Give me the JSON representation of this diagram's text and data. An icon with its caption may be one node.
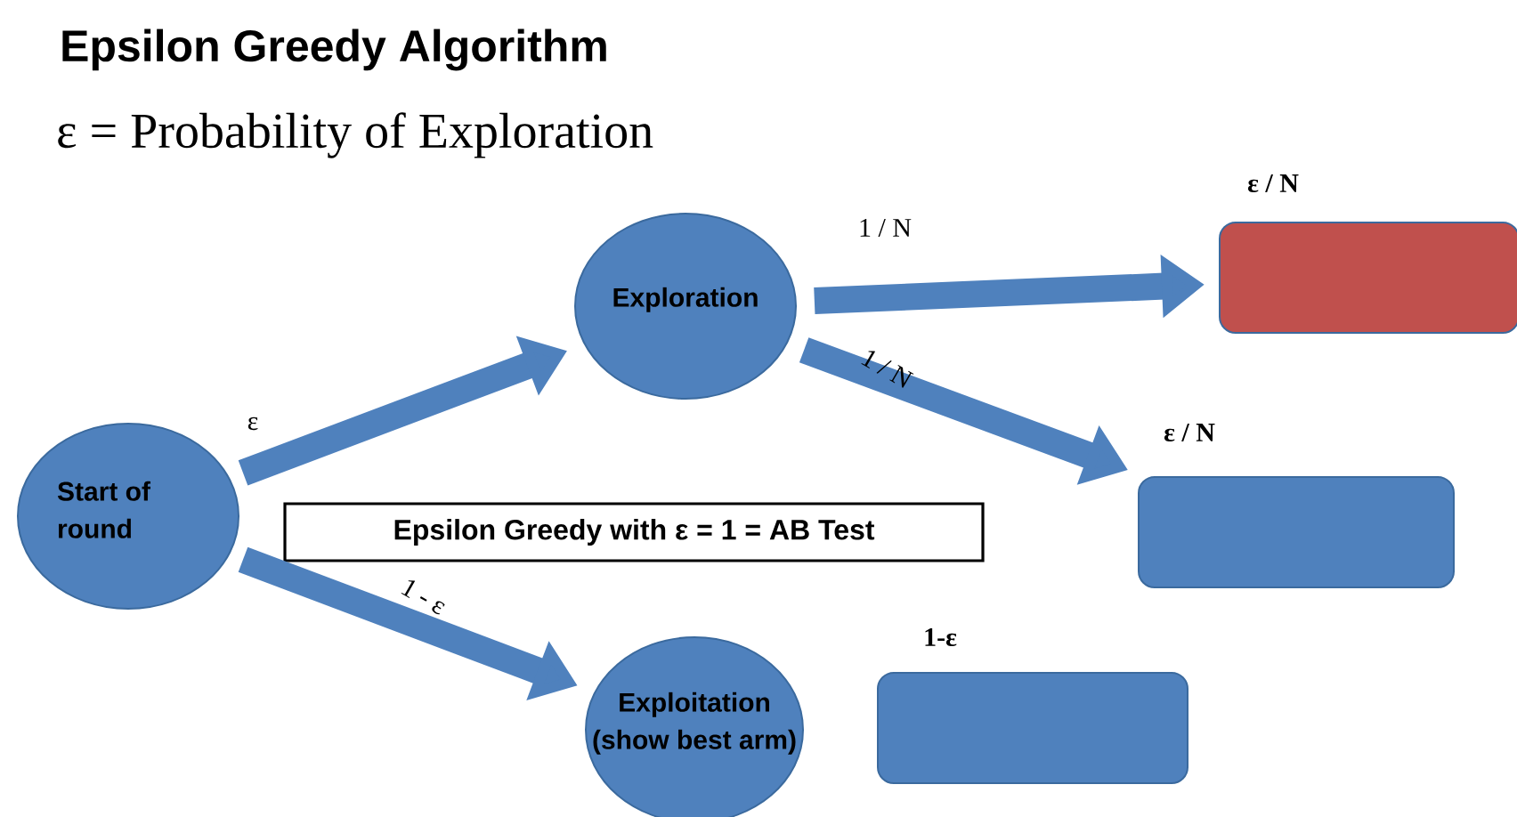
{
  "diagram": {
    "title": "Epsilon Greedy Algorithm",
    "nodes": [
      {
        "text": [
          "Start of round"
        ]
      },
      {
        "text": [
          "Exploration"
        ]
      },
      {
        "text": [
          "Exploitation (show best arm)"
        ]
      },
      {
        "text": [],
        "shape": "box",
        "beside": [
          "ε / N"
        ]
      },
      {
        "text": [],
        "shape": "box",
        "beside": [
          "ε / N"
        ]
      },
      {
        "text": [],
        "shape": "box",
        "beside": [
          "1-ε"
        ]
      },
      {
        "text": [
          "Epsilon Greedy with ε = 1 = AB Test"
        ]
      }
    ],
    "edges": [
      {
        "from": 0,
        "to": 1,
        "arrow": "to",
        "label": "ε"
      },
      {
        "from": 0,
        "to": 2,
        "arrow": "to",
        "label": "1 - ε"
      },
      {
        "from": 1,
        "to": 3,
        "arrow": "to",
        "label": "1 / N"
      },
      {
        "from": 1,
        "to": 4,
        "arrow": "to",
        "label": "1 / N"
      }
    ],
    "labels": [
      "ε = Probability of Exploration"
    ]
  }
}
